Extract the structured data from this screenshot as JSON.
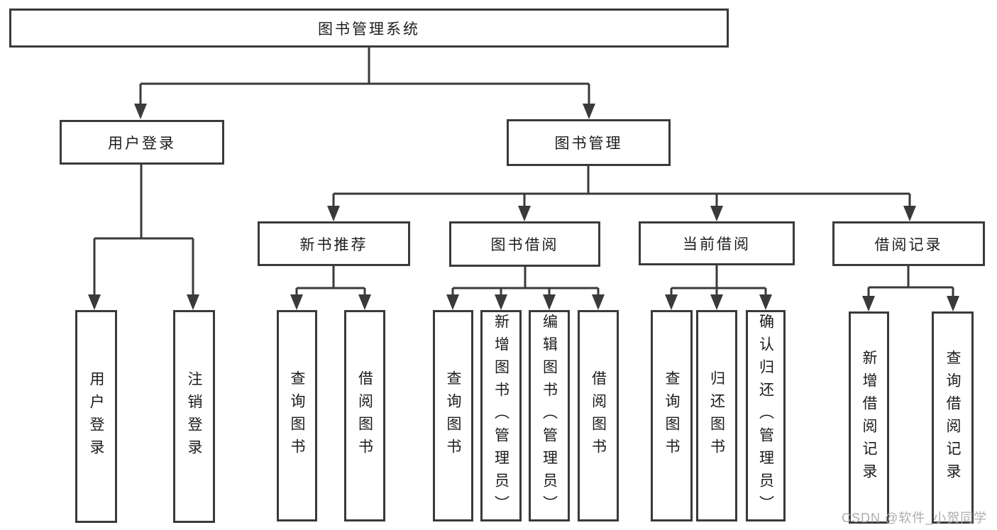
{
  "diagram": {
    "nodes": {
      "root": "图书管理系统",
      "level2": [
        "用户登录",
        "图书管理"
      ],
      "level3": [
        "新书推荐",
        "图书借阅",
        "当前借阅",
        "借阅记录"
      ],
      "leaves_user_login": [
        "用户登录",
        "注销登录"
      ],
      "leaves_new_book": [
        "查询图书",
        "借阅图书"
      ],
      "leaves_book_borrow": [
        "查询图书",
        "新增图书（管理员）",
        "编辑图书（管理员）",
        "借阅图书"
      ],
      "leaves_current_borrow": [
        "查询图书",
        "归还图书",
        "确认归还（管理员）"
      ],
      "leaves_borrow_records": [
        "新增借阅记录",
        "查询借阅记录"
      ]
    }
  },
  "watermark": "CSDN @软件_小贺同学",
  "colors": {
    "line": "#3a3a3a",
    "text": "#1c1c1c",
    "watermark": "#aeaeae",
    "background": "#ffffff"
  }
}
